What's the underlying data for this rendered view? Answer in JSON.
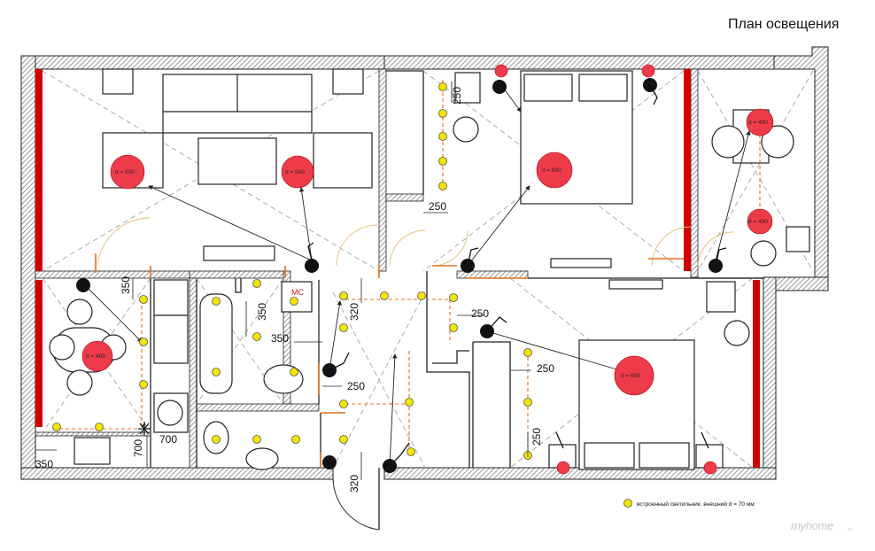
{
  "title": "План освещения",
  "legend": {
    "text": "встроенный светильник, внешний d = 70 мм",
    "marker_color": "#f2e600"
  },
  "watermark": {
    "brand": "myhome",
    "suffix": ".ru"
  },
  "chandelier_labels": [
    "d = 500",
    "d = 500",
    "d = 600",
    "d = 400",
    "d = 400",
    "d = 400",
    "d = 600"
  ],
  "dimension_labels": [
    "250",
    "250",
    "250",
    "250",
    "250",
    "250",
    "350",
    "350",
    "350",
    "350",
    "320",
    "320",
    "700",
    "700"
  ],
  "wc_label": "МС",
  "colors": {
    "wall": "#6e6e6e",
    "red_accent": "#d40000",
    "chandelier": "#ee3b4a",
    "spot": "#f2e600",
    "guide": "#e07020"
  }
}
